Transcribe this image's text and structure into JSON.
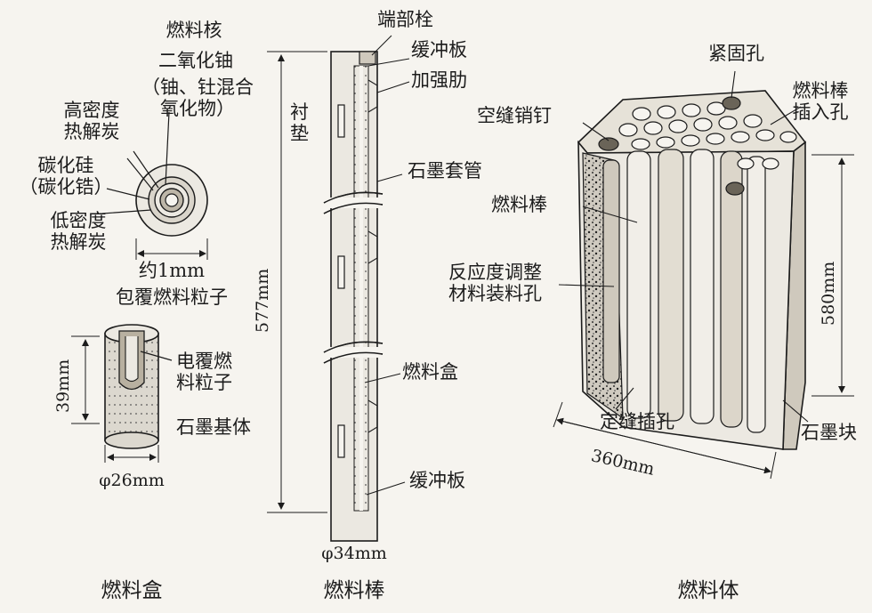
{
  "labels": {
    "fuel_kernel": "燃料核",
    "uo2": "二氧化铀",
    "mixed_oxide": "（铀、钍混合\n氧化物）",
    "hd_pyc": "高密度\n热解炭",
    "sic": "碳化硅\n（碳化锆）",
    "ld_pyc": "低密度\n热解炭",
    "about_1mm": "约1mm",
    "coated_particle": "包覆燃料粒子",
    "compact_coated_particle": "电覆燃\n料粒子",
    "graphite_matrix": "石墨基体",
    "end_plug": "端部栓",
    "buffer_plate_top": "缓冲板",
    "reinforcing_rib": "加强肋",
    "liner": "衬\n垫",
    "graphite_sleeve": "石墨套管",
    "fuel_box": "燃料盒",
    "buffer_plate_bottom": "缓冲板",
    "fastening_hole": "紧固孔",
    "rod_insertion_hole": "燃料棒\n插入孔",
    "gap_dowel": "空缝销钉",
    "fuel_rod": "燃料棒",
    "reactivity_hole": "反应度调整\n材料装料孔",
    "locating_hole": "定缝插孔",
    "graphite_block": "石墨块"
  },
  "dimensions": {
    "compact_height": "39mm",
    "compact_diameter": "φ26mm",
    "rod_length": "577mm",
    "rod_diameter": "φ34mm",
    "block_height": "580mm",
    "block_width": "360mm"
  },
  "captions": {
    "left": "燃料盒",
    "middle": "燃料棒",
    "right": "燃料体"
  }
}
